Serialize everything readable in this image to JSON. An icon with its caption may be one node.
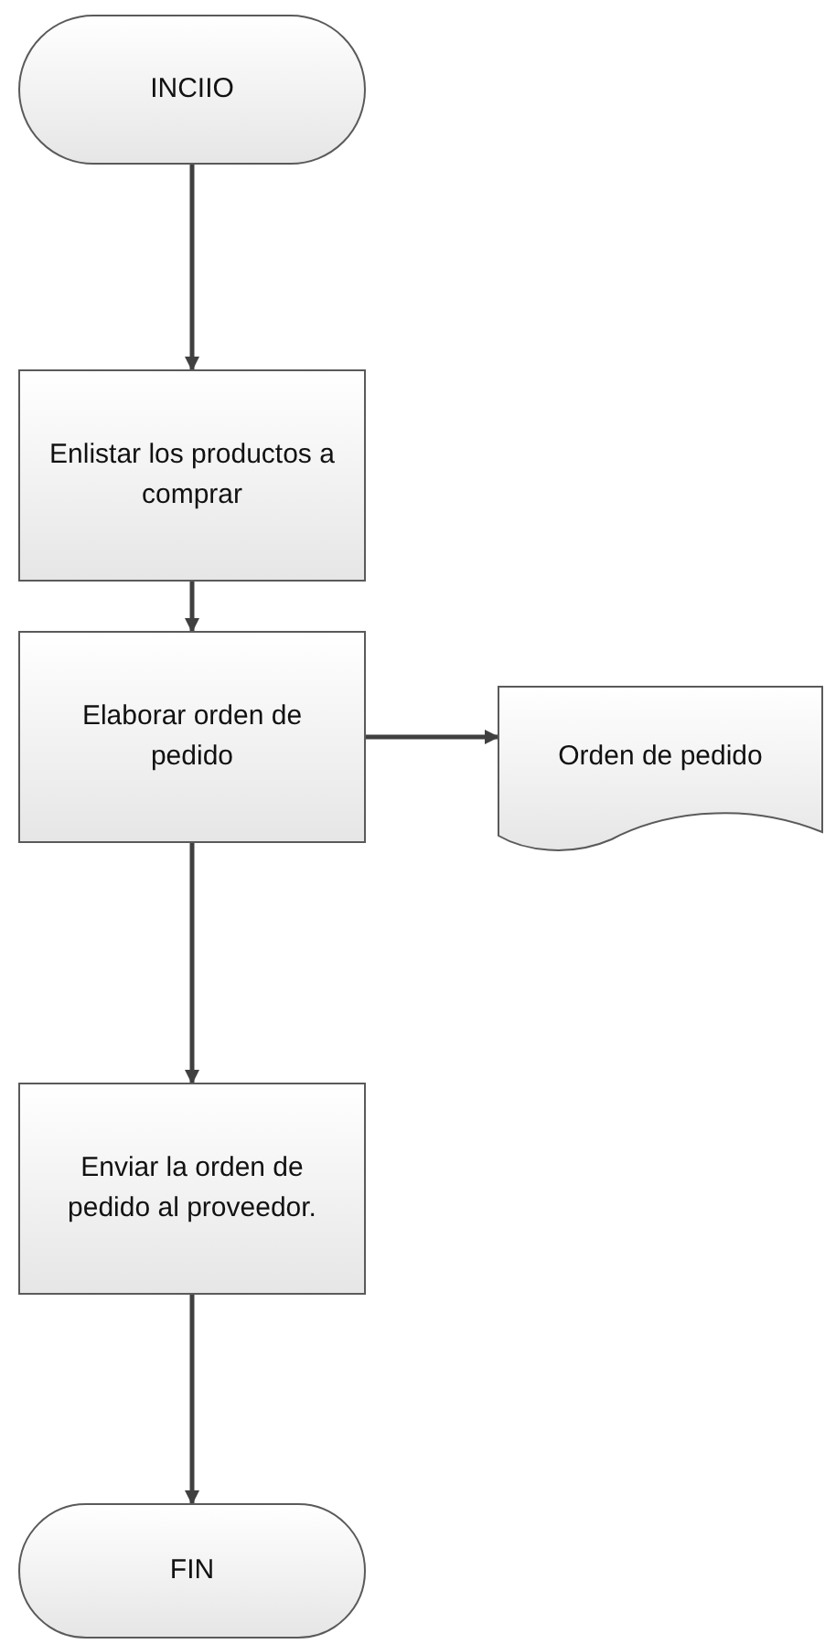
{
  "diagram": {
    "nodes": [
      {
        "text": [
          "INCIIO"
        ]
      },
      {
        "text": [
          "Enlistar los productos a comprar"
        ]
      },
      {
        "text": [
          "Elaborar orden de pedido"
        ]
      },
      {
        "text": [
          "Orden de pedido"
        ]
      },
      {
        "text": [
          "Enviar la orden de pedido al proveedor."
        ]
      },
      {
        "text": [
          "FIN"
        ]
      }
    ],
    "edges": [
      {
        "from": 0,
        "to": 1,
        "arrow": "to"
      },
      {
        "from": 1,
        "to": 2,
        "arrow": "to"
      },
      {
        "from": 2,
        "to": 3,
        "arrow": "to"
      },
      {
        "from": 2,
        "to": 4,
        "arrow": "to"
      },
      {
        "from": 4,
        "to": 5,
        "arrow": "to"
      }
    ]
  }
}
